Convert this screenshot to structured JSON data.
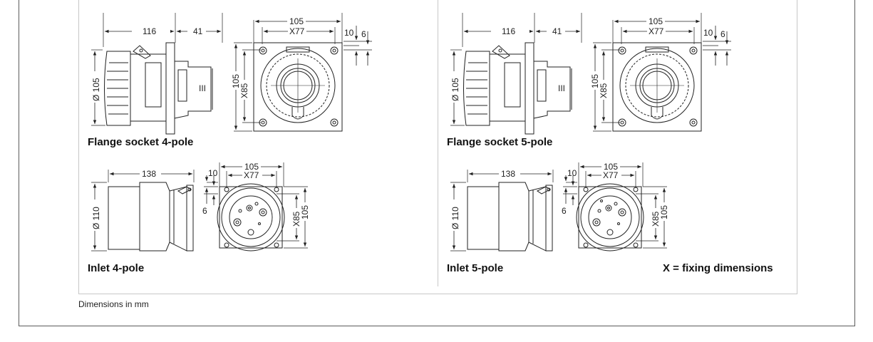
{
  "diagrams": [
    {
      "caption": "Flange socket 4-pole",
      "side": {
        "length": "116",
        "flange": "41",
        "diameter": "Ø 105"
      },
      "front": {
        "width": "105",
        "fixing_width": "X77",
        "offset_a": "10",
        "offset_b": "6",
        "height": "105",
        "fixing_height": "X85"
      }
    },
    {
      "caption": "Flange socket 5-pole",
      "side": {
        "length": "116",
        "flange": "41",
        "diameter": "Ø 105"
      },
      "front": {
        "width": "105",
        "fixing_width": "X77",
        "offset_a": "10",
        "offset_b": "6",
        "height": "105",
        "fixing_height": "X85"
      }
    },
    {
      "caption": "Inlet 4-pole",
      "side": {
        "length": "138",
        "diameter": "Ø 110"
      },
      "front": {
        "width": "105",
        "fixing_width": "X77",
        "offset_a": "10",
        "offset_b": "6",
        "height": "105",
        "fixing_height": "X85"
      }
    },
    {
      "caption": "Inlet 5-pole",
      "side": {
        "length": "138",
        "diameter": "Ø 110"
      },
      "front": {
        "width": "105",
        "fixing_width": "X77",
        "offset_a": "10",
        "offset_b": "6",
        "height": "105",
        "fixing_height": "X85"
      }
    }
  ],
  "legend": "X = fixing dimensions",
  "footnote": "Dimensions in mm"
}
